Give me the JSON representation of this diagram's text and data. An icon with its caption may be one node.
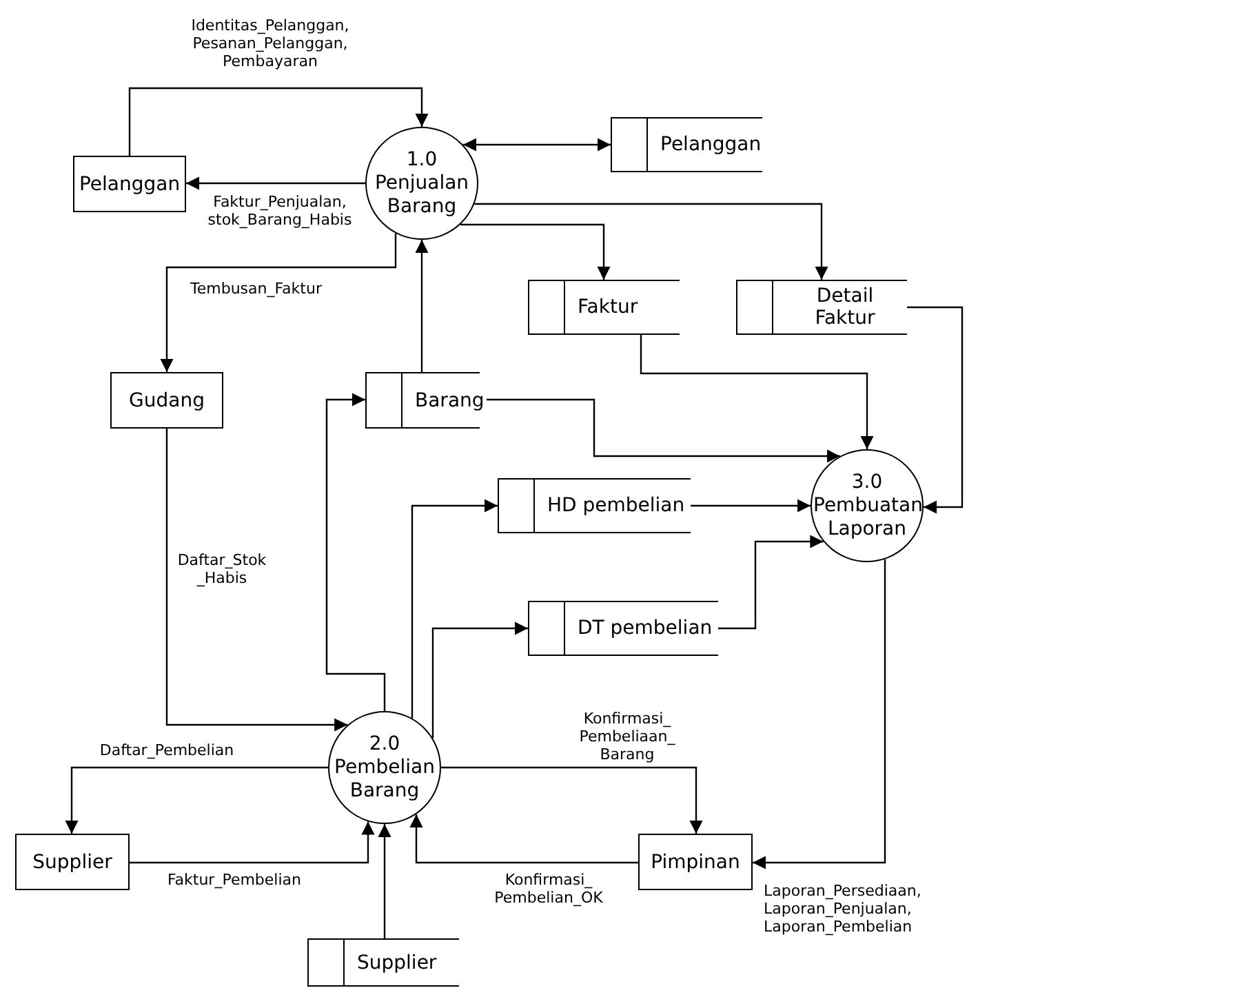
{
  "diagram": {
    "nodes": [
      {
        "text": [
          "Pelanggan"
        ]
      },
      {
        "text": [
          "1.0",
          "Penjualan Barang"
        ]
      },
      {
        "text": [
          "Pelanggan"
        ]
      },
      {
        "text": [
          "Faktur"
        ]
      },
      {
        "text": [
          "Detail Faktur"
        ]
      },
      {
        "text": [
          "Gudang"
        ]
      },
      {
        "text": [
          "Barang"
        ]
      },
      {
        "text": [
          "3.0",
          "Pembuatan Laporan"
        ]
      },
      {
        "text": [
          "HD pembelian"
        ]
      },
      {
        "text": [
          "DT pembelian"
        ]
      },
      {
        "text": [
          "2.0",
          "Pembelian Barang"
        ]
      },
      {
        "text": [
          "Supplier"
        ]
      },
      {
        "text": [
          "Pimpinan"
        ]
      },
      {
        "text": [
          "Supplier"
        ]
      }
    ],
    "edges": [
      {
        "from": 0,
        "to": 1,
        "arrow": "to",
        "label": "Identitas_Pelanggan, Pesanan_Pelanggan, Pembayaran"
      },
      {
        "from": 1,
        "to": 0,
        "arrow": "to",
        "label": "Faktur_Penjualan, stok_Barang_Habis"
      },
      {
        "from": 1,
        "to": 2,
        "arrow": "both"
      },
      {
        "from": 1,
        "to": 3,
        "arrow": "to"
      },
      {
        "from": 1,
        "to": 4,
        "arrow": "to"
      },
      {
        "from": 1,
        "to": 5,
        "arrow": "to",
        "label": "Tembusan_Faktur"
      },
      {
        "from": 6,
        "to": 1,
        "arrow": "to"
      },
      {
        "from": 3,
        "to": 7,
        "arrow": "to"
      },
      {
        "from": 4,
        "to": 7,
        "arrow": "to"
      },
      {
        "from": 6,
        "to": 7,
        "arrow": "to"
      },
      {
        "from": 8,
        "to": 7,
        "arrow": "to"
      },
      {
        "from": 9,
        "to": 7,
        "arrow": "to"
      },
      {
        "from": 10,
        "to": 6,
        "arrow": "to"
      },
      {
        "from": 10,
        "to": 8,
        "arrow": "to"
      },
      {
        "from": 10,
        "to": 9,
        "arrow": "to"
      },
      {
        "from": 5,
        "to": 10,
        "arrow": "to",
        "label": "Daftar_Stok _Habis"
      },
      {
        "from": 10,
        "to": 11,
        "arrow": "to",
        "label": "Daftar_Pembelian"
      },
      {
        "from": 11,
        "to": 10,
        "arrow": "to",
        "label": "Faktur_Pembelian"
      },
      {
        "from": 13,
        "to": 10,
        "arrow": "to"
      },
      {
        "from": 10,
        "to": 12,
        "arrow": "to",
        "label": "Konfirmasi_ Pembeliaan_ Barang"
      },
      {
        "from": 12,
        "to": 10,
        "arrow": "to",
        "label": "Konfirmasi_ Pembelian_OK"
      },
      {
        "from": 7,
        "to": 12,
        "arrow": "to",
        "label": "Laporan_Persediaan, Laporan_Penjualan, Laporan_Pembelian"
      }
    ]
  }
}
